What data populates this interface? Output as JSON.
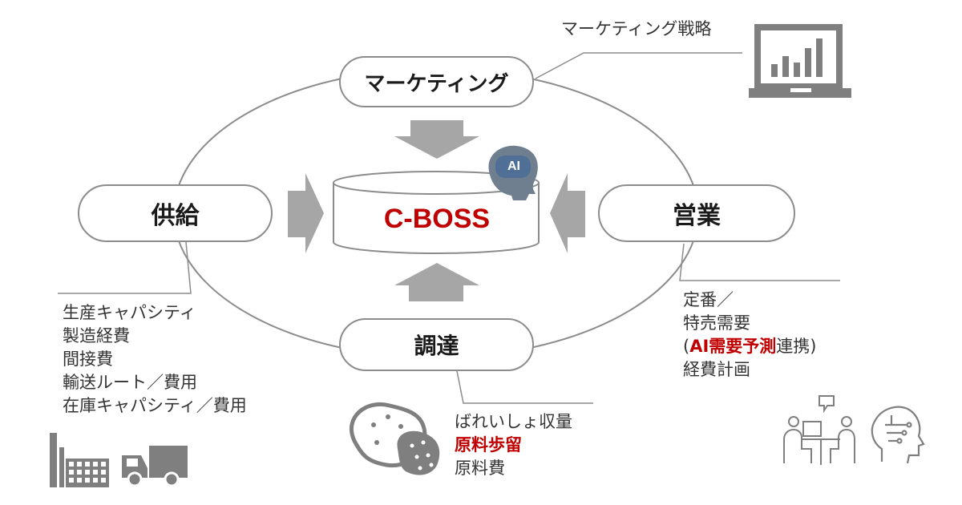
{
  "nodes": {
    "marketing": "マーケティング",
    "supply": "供給",
    "sales": "営業",
    "procurement": "調達"
  },
  "center": {
    "title": "C-BOSS",
    "ai_badge": "AI"
  },
  "annotations": {
    "marketing_strategy": "マーケティング戦略",
    "supply_items": [
      "生産キャパシティ",
      "製造経費",
      "間接費",
      "輸送ルート／費用",
      "在庫キャパシティ／費用"
    ],
    "procurement_items": {
      "line1": "ばれいしょ収量",
      "line2": "原料歩留",
      "line3": "原料費"
    },
    "sales_items": {
      "line1": "定番／",
      "line2": "特売需要",
      "line3_open": "(",
      "line3_highlight": "AI需要予測",
      "line3_rest": "連携)",
      "line4": "経費計画"
    }
  },
  "icons": [
    "laptop-chart-icon",
    "factory-icon",
    "truck-icon",
    "potato-icon",
    "meeting-icon",
    "ai-brain-icon",
    "ai-head-icon"
  ],
  "colors": {
    "accent": "#c00000",
    "line": "#8c8c8c",
    "arrow": "#a6a6a6",
    "icon": "#7f7f7f",
    "text": "#333333"
  }
}
